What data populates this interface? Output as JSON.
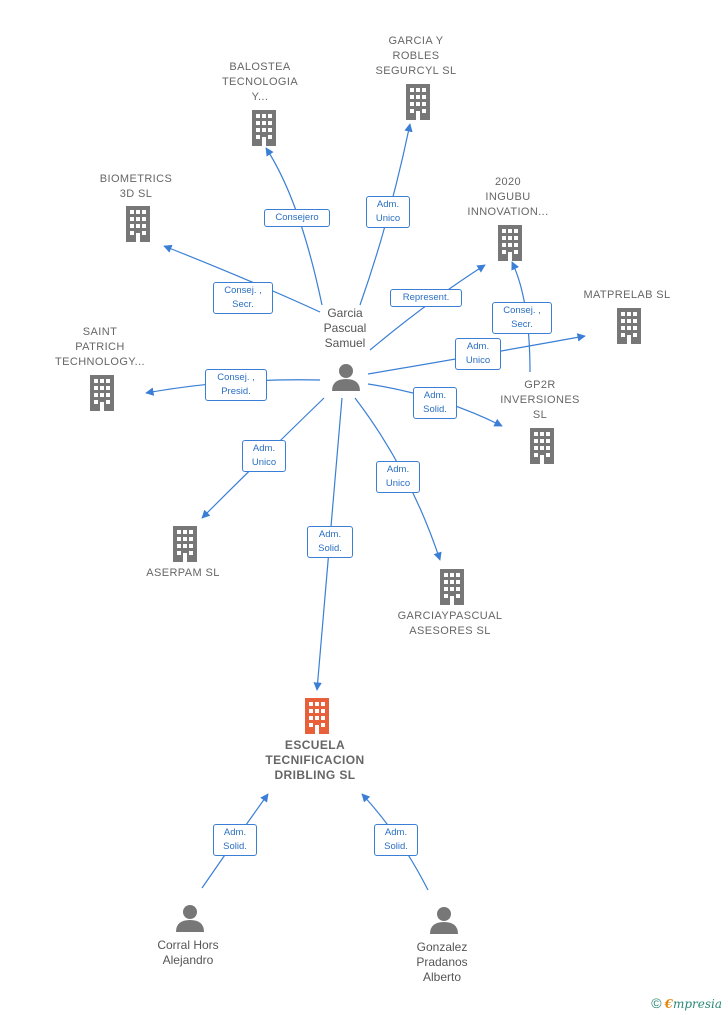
{
  "center_person": {
    "name": [
      "Garcia",
      "Pascual",
      "Samuel"
    ]
  },
  "companies": [
    {
      "id": "balostea",
      "lines": [
        "BALOSTEA",
        "TECNOLOGIA",
        "Y..."
      ]
    },
    {
      "id": "garcia-robles",
      "lines": [
        "GARCIA Y",
        "ROBLES",
        "SEGURCYL SL"
      ]
    },
    {
      "id": "biometrics",
      "lines": [
        "BIOMETRICS",
        "3D  SL"
      ]
    },
    {
      "id": "ingubu",
      "lines": [
        "2020",
        "INGUBU",
        "INNOVATION..."
      ]
    },
    {
      "id": "matprelab",
      "lines": [
        "MATPRELAB SL"
      ]
    },
    {
      "id": "saint-patrich",
      "lines": [
        "SAINT",
        "PATRICH",
        "TECHNOLOGY..."
      ]
    },
    {
      "id": "gp2r",
      "lines": [
        "GP2R",
        "INVERSIONES",
        "SL"
      ]
    },
    {
      "id": "aserpam",
      "lines": [
        "ASERPAM SL"
      ]
    },
    {
      "id": "garciaypascual",
      "lines": [
        "GARCIAYPASCUAL",
        "ASESORES  SL"
      ]
    },
    {
      "id": "escuela",
      "lines": [
        "ESCUELA",
        "TECNIFICACION",
        "DRIBLING  SL"
      ]
    }
  ],
  "people": [
    {
      "id": "corral",
      "lines": [
        "Corral Hors",
        "Alejandro"
      ]
    },
    {
      "id": "gonzalez",
      "lines": [
        "Gonzalez",
        "Pradanos",
        "Alberto"
      ]
    }
  ],
  "edge_labels": [
    {
      "id": "consejero",
      "lines": [
        "Consejero"
      ]
    },
    {
      "id": "adm-unico-garcia",
      "lines": [
        "Adm.",
        "Unico"
      ]
    },
    {
      "id": "consej-secr-bio",
      "lines": [
        "Consej. ,",
        "Secr."
      ]
    },
    {
      "id": "represent",
      "lines": [
        "Represent."
      ]
    },
    {
      "id": "consej-secr-gp2r",
      "lines": [
        "Consej. ,",
        "Secr."
      ]
    },
    {
      "id": "adm-unico-matprelab",
      "lines": [
        "Adm.",
        "Unico"
      ]
    },
    {
      "id": "consej-presid",
      "lines": [
        "Consej. ,",
        "Presid."
      ]
    },
    {
      "id": "adm-solid-gp2r",
      "lines": [
        "Adm.",
        "Solid."
      ]
    },
    {
      "id": "adm-unico-aserpam",
      "lines": [
        "Adm.",
        "Unico"
      ]
    },
    {
      "id": "adm-unico-garciaypascual",
      "lines": [
        "Adm.",
        "Unico"
      ]
    },
    {
      "id": "adm-solid-escuela",
      "lines": [
        "Adm.",
        "Solid."
      ]
    },
    {
      "id": "adm-solid-corral",
      "lines": [
        "Adm.",
        "Solid."
      ]
    },
    {
      "id": "adm-solid-gonzalez",
      "lines": [
        "Adm.",
        "Solid."
      ]
    }
  ],
  "colors": {
    "edge": "#3a7fd5",
    "building": "#777777",
    "building_main": "#e8603a",
    "person": "#777777"
  },
  "footer": {
    "copyright": "©",
    "brand_initial": "€",
    "brand_rest": "mpresia"
  }
}
